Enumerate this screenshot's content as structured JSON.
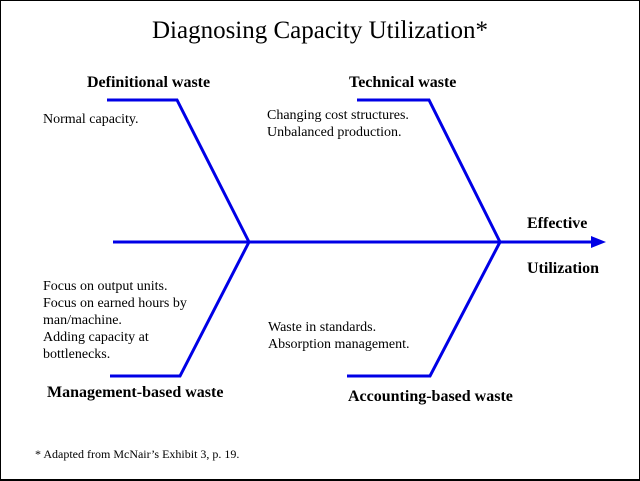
{
  "title": "Diagnosing Capacity Utilization*",
  "effect": {
    "line1": "Effective",
    "line2": "Utilization"
  },
  "branches": {
    "definitional": {
      "label": "Definitional waste",
      "notes": [
        "Normal capacity."
      ]
    },
    "technical": {
      "label": "Technical waste",
      "notes": [
        "Changing cost structures.",
        "Unbalanced production."
      ]
    },
    "management": {
      "label": "Management-based waste",
      "notes": [
        "Focus on output units.",
        "Focus on earned hours by",
        "man/machine.",
        "Adding capacity at",
        "bottlenecks."
      ]
    },
    "accounting": {
      "label": "Accounting-based waste",
      "notes": [
        "Waste in standards.",
        "Absorption management."
      ]
    }
  },
  "footnote": "* Adapted from McNair’s Exhibit 3, p. 19.",
  "colors": {
    "line": "#0000e6",
    "text": "#000000",
    "background": "#ffffff",
    "border": "#000000"
  }
}
